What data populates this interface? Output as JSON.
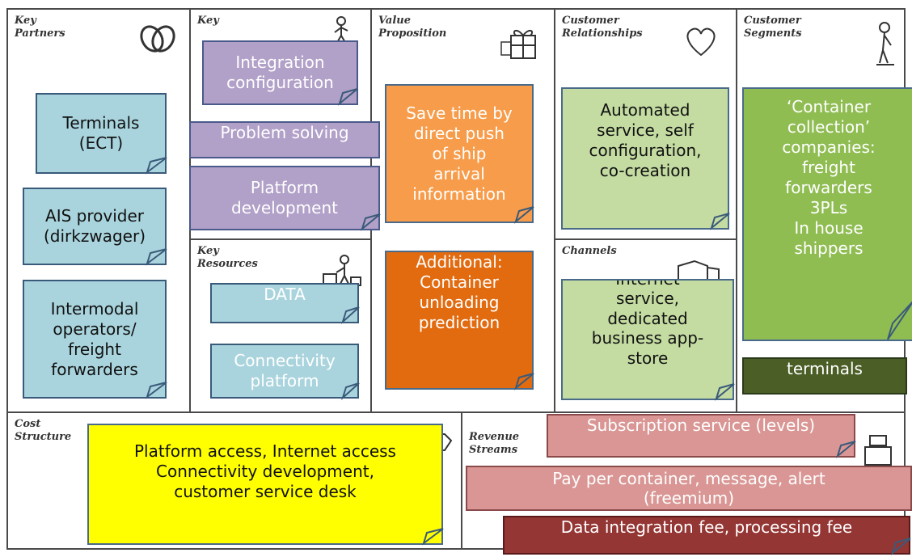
{
  "sections": {
    "key_partners": "Key\nPartners",
    "key_activities": "Key",
    "value_proposition": "Value\nProposition",
    "customer_relationships": "Customer\nRelationships",
    "customer_segments": "Customer\nSegments",
    "key_resources": "Key\nResources",
    "channels": "Channels",
    "cost_structure": "Cost\nStructure",
    "revenue_streams": "Revenue\nStreams"
  },
  "notes": {
    "terminals_ect": "Terminals\n(ECT)",
    "ais_provider": "AIS provider\n(dirkzwager)",
    "intermodal": "Intermodal\noperators/\nfreight\nforwarders",
    "integration_configuration": "Integration\nconfiguration",
    "problem_solving": "Problem solving",
    "platform_development": "Platform\ndevelopment",
    "data": "DATA",
    "connectivity_platform": "Connectivity\nplatform",
    "save_time": "Save time by\ndirect push\nof ship\narrival\ninformation",
    "additional": "Additional:\nContainer\nunloading\nprediction",
    "automated_service": "Automated\nservice, self\nconfiguration,\nco-creation",
    "internet_service": "Internet\nservice,\ndedicated\nbusiness app-\nstore",
    "container_collection": "‘Container\ncollection’\ncompanies:\nfreight\nforwarders\n3PLs\nIn house\nshippers",
    "terminals": "terminals",
    "cost_text": "Platform access, Internet access\nConnectivity development,\ncustomer service desk",
    "subscription": "Subscription service (levels)",
    "pay_per_container": "Pay per container, message, alert\n(freemium)",
    "data_integration_fee": "Data integration fee, processing fee"
  },
  "colors": {
    "border": "#4a4a4a",
    "blue_note": "#a9d4dd",
    "purple_note": "#b1a0c8",
    "orange_note": "#f79c4a",
    "dark_orange_note": "#e26b10",
    "light_green_note": "#c4dca2",
    "green_note": "#8fbd52",
    "dark_green_note": "#4b5e25",
    "yellow_note": "#ffff00",
    "pink_note": "#d99694",
    "maroon_note": "#943634"
  },
  "icons": {
    "key_partners": "chain-links-icon",
    "key_activities": "worker-icon",
    "value_proposition": "gift-icon",
    "customer_relationships": "heart-icon",
    "customer_segments": "person-icon",
    "key_resources": "worker-boxes-icon",
    "channels": "delivery-truck-icon",
    "cost_structure": "price-tag-icon",
    "revenue_streams": "cash-register-icon"
  }
}
